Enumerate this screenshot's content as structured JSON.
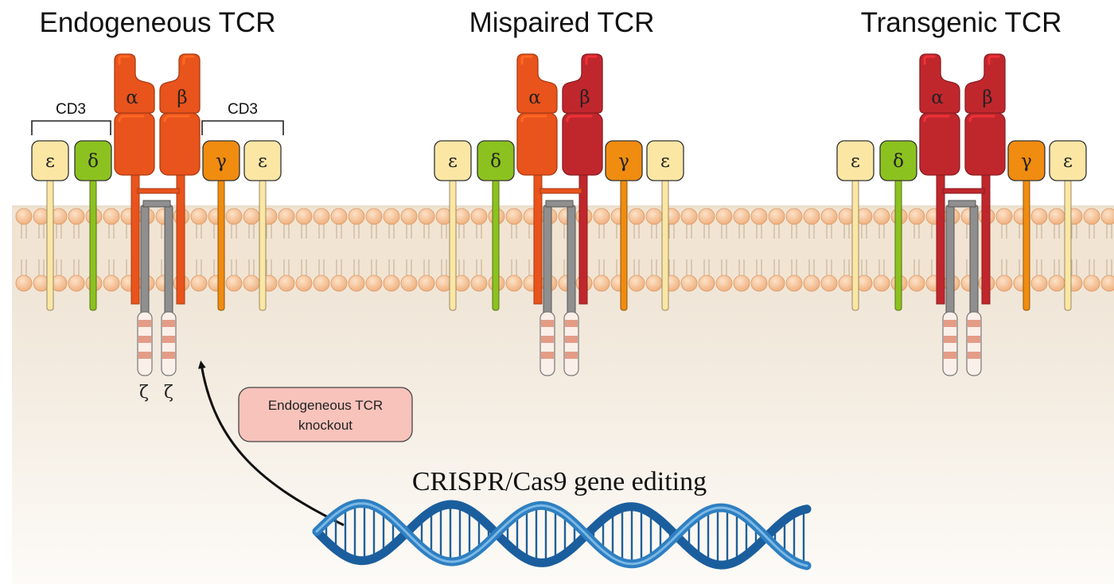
{
  "colors": {
    "tcr_endogenous": "#e9531c",
    "tcr_transgenic": "#c0272d",
    "epsilon": "#fbe6a4",
    "delta": "#8cc21f",
    "gamma": "#f08c10",
    "zeta": "#e49c86",
    "membrane_head": "#f6c497",
    "cytoplasm": "#f1e6d7",
    "dna": "#2f7fc1"
  },
  "titles": {
    "endogenous": "Endogeneous TCR",
    "mispaired": "Mispaired TCR",
    "transgenic": "Transgenic  TCR"
  },
  "labels": {
    "cd3": "CD3",
    "alpha": "α",
    "beta": "β",
    "epsilon": "ε",
    "delta": "δ",
    "gamma": "γ",
    "zeta": "ζ"
  },
  "knockout": {
    "line1": "Endogeneous TCR",
    "line2": "knockout"
  },
  "crispr_label": "CRISPR/Cas9 gene editing"
}
